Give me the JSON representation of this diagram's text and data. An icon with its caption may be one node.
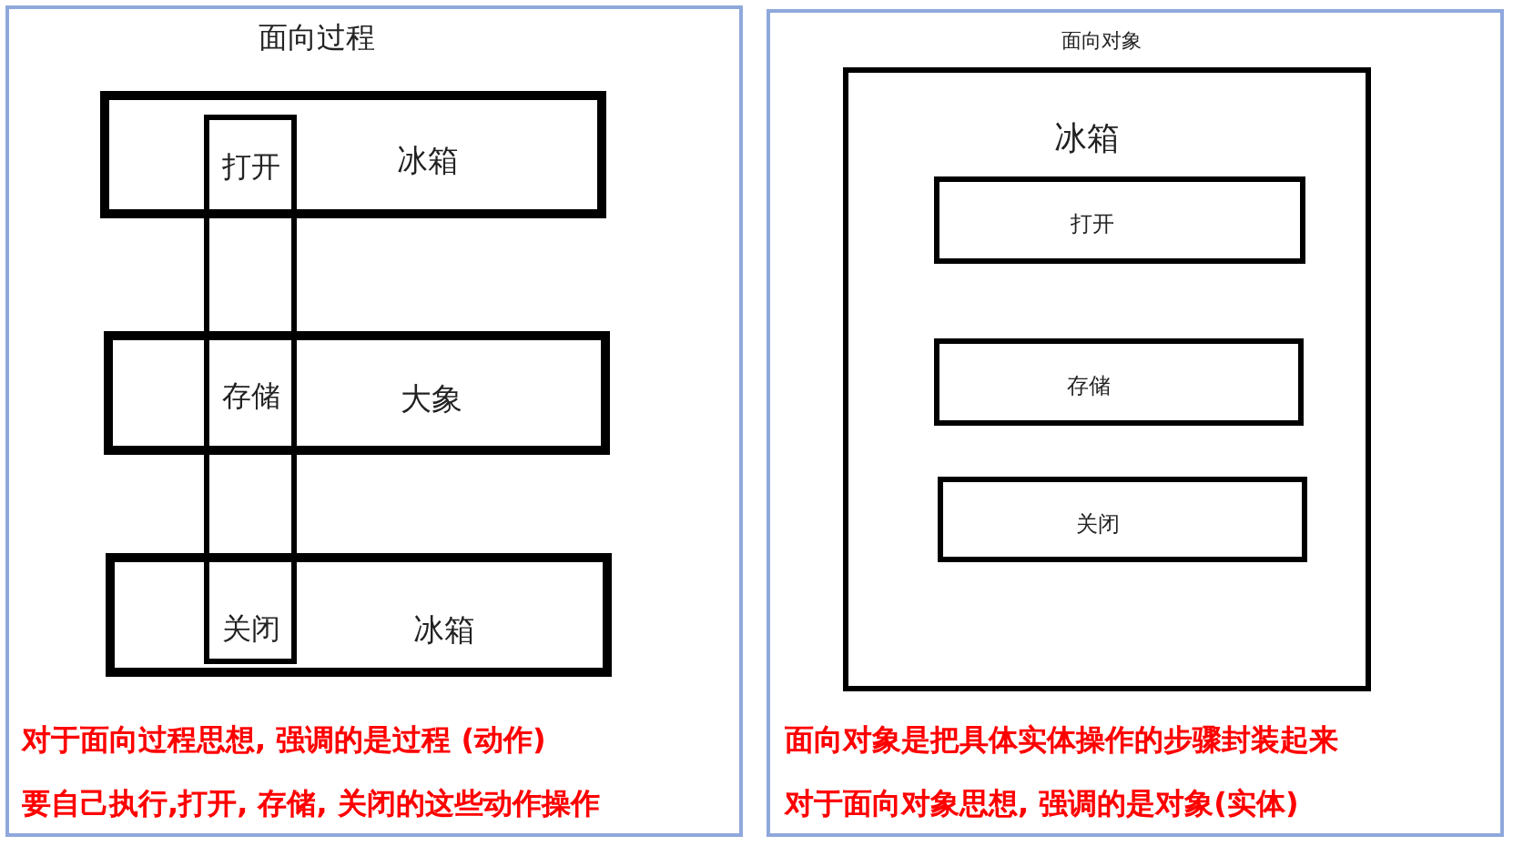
{
  "diagram": {
    "nodes": [
      {
        "text": [
          "面向过程"
        ]
      },
      {
        "text": [
          "冰箱"
        ],
        "in": 0
      },
      {
        "text": [
          "大象"
        ],
        "in": 0
      },
      {
        "text": [
          "冰箱"
        ],
        "in": 0
      },
      {
        "text": [
          "打开",
          "存储",
          "关闭"
        ],
        "in": 0
      },
      {
        "text": [
          "面向对象"
        ]
      },
      {
        "text": [
          "冰箱"
        ],
        "in": 5
      },
      {
        "text": [
          "打开"
        ],
        "in": 6
      },
      {
        "text": [
          "存储"
        ],
        "in": 6
      },
      {
        "text": [
          "关闭"
        ],
        "in": 6
      }
    ],
    "edges": [],
    "labels": [
      "对于面向过程思想, 强调的是过程 (动作)",
      "要自己执行,打开, 存储, 关闭的这些动作操作",
      "面向对象是把具体实体操作的步骤封装起来",
      "对于面向对象思想, 强调的是对象(实体)"
    ]
  }
}
